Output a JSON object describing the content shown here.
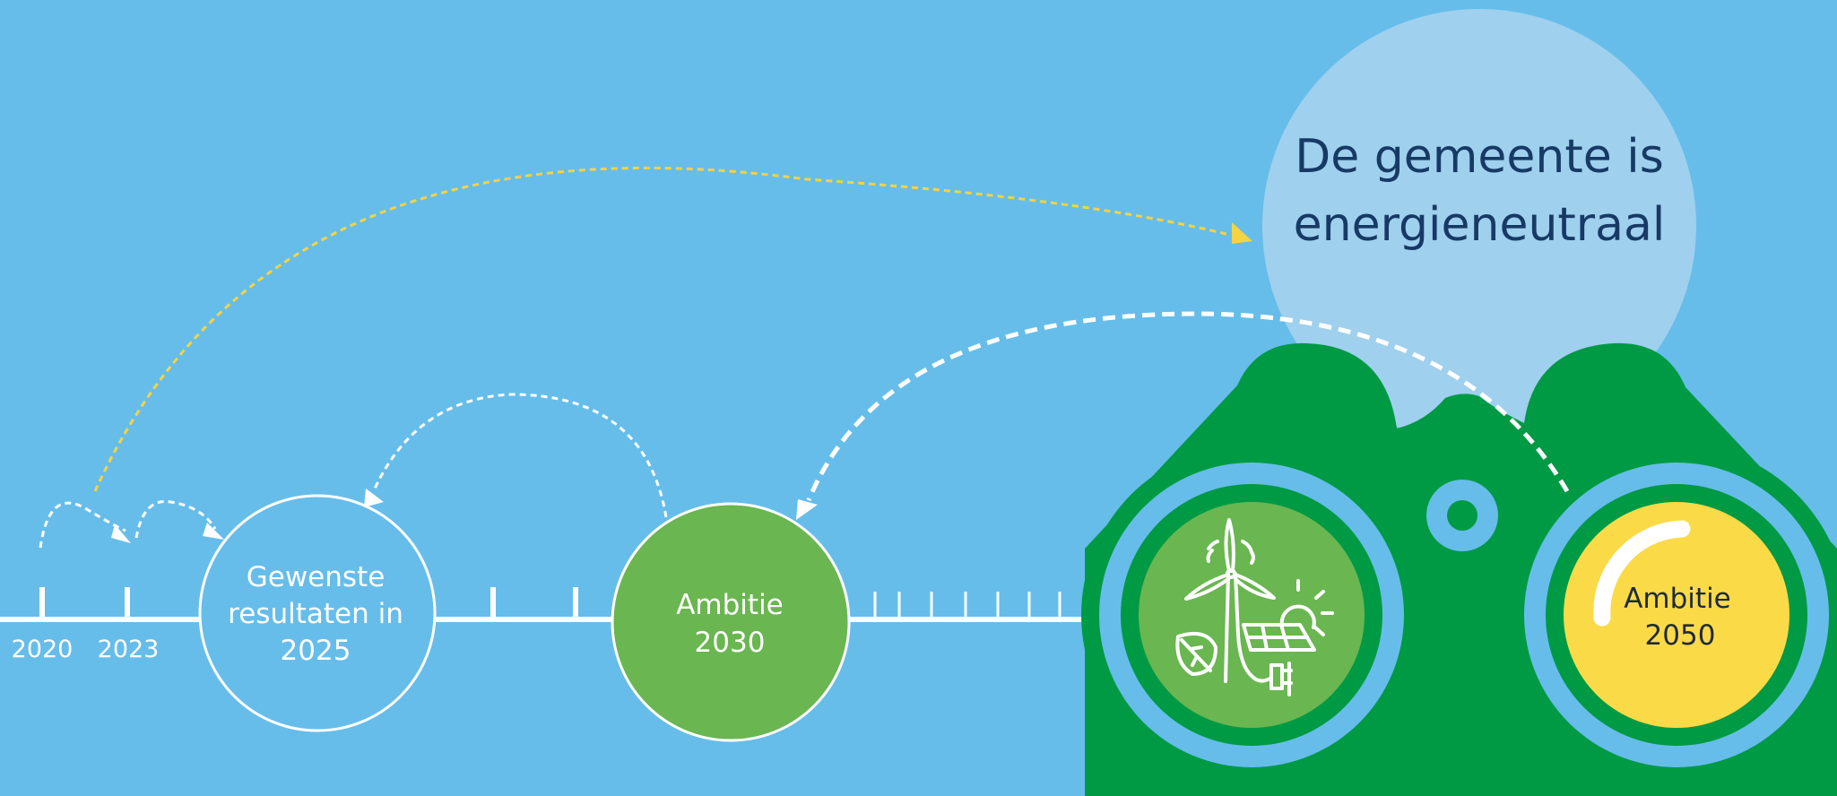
{
  "timeline": {
    "years": [
      "2020",
      "2023"
    ],
    "milestones": {
      "m2025": [
        "Gewenste",
        "resultaten in",
        "2025"
      ],
      "m2030": [
        "Ambitie",
        "2030"
      ],
      "m2050": [
        "Ambitie",
        "2050"
      ]
    }
  },
  "goal": {
    "lines": [
      "De gemeente is",
      "energieneutraal"
    ]
  },
  "icons": {
    "binoculars": "binoculars-icon",
    "energy": "wind-solar-energy-icon"
  },
  "colors": {
    "background": "#66bdea",
    "goal_bubble": "#9fd0ee",
    "binocular_green": "#009a44",
    "ambition_green": "#6ab651",
    "ambition_yellow": "#fbda47",
    "goal_text": "#173a64",
    "arrow_yellow": "#f5d342"
  }
}
